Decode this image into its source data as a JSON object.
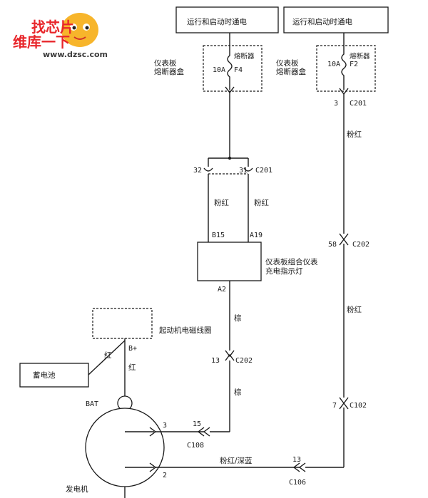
{
  "watermark": {
    "line1": "找芯片",
    "line2": "维库一下",
    "url": "www.dzsc.com"
  },
  "power_left": "运行和启动时通电",
  "power_right": "运行和启动时通电",
  "fuse_box_left": {
    "label_line1": "仪表板",
    "label_line2": "熔断器盒",
    "fuse_name": "熔断器",
    "rating": "10A",
    "id": "F4"
  },
  "fuse_box_right": {
    "label_line1": "仪表板",
    "label_line2": "熔断器盒",
    "fuse_name": "熔断器",
    "rating": "10A",
    "id": "F2"
  },
  "connectors": {
    "c201_left": "C201",
    "c201_left_pin_a": "32",
    "c201_left_pin_b": "31",
    "c201_right": "C201",
    "c201_right_pin": "3",
    "c202_right": "C202",
    "c202_right_pin": "58",
    "c202_mid": "C202",
    "c202_mid_pin": "13",
    "c102": "C102",
    "c102_pin": "7",
    "c108": "C108",
    "c108_pin": "15",
    "c106": "C106",
    "c106_pin": "13"
  },
  "wires": {
    "pink_a": "粉红",
    "pink_b": "粉红",
    "pink_right_top": "粉红",
    "pink_right_mid": "粉红",
    "brown_top": "棕",
    "brown_bottom": "棕",
    "red_battery": "红",
    "red_bplus": "红",
    "pink_darkblue": "粉红/深蓝"
  },
  "cluster": {
    "label_line1": "仪表板组合仪表",
    "label_line2": "充电指示灯",
    "pin_b15": "B15",
    "pin_a19": "A19",
    "pin_a2": "A2"
  },
  "starter": {
    "label": "起动机电磁线圈",
    "pin": "B+"
  },
  "battery": {
    "label": "蓄电池"
  },
  "generator": {
    "label": "发电机",
    "bat": "BAT",
    "pin_3": "3",
    "pin_2": "2"
  }
}
